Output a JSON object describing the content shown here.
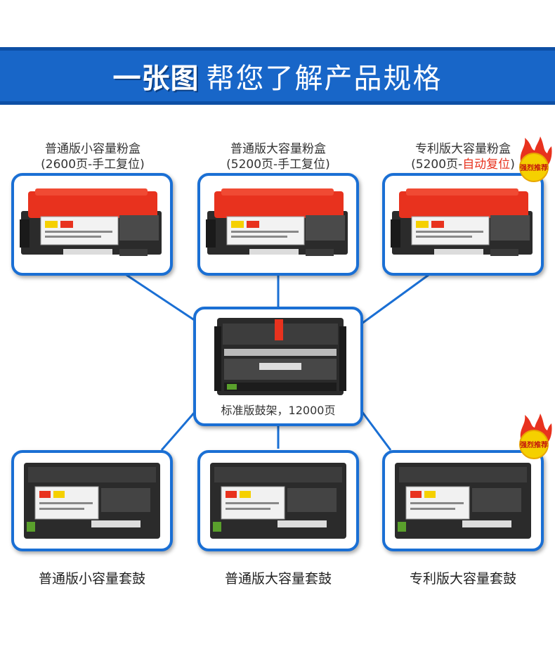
{
  "banner": {
    "strong": "一张图",
    "light": "帮您了解产品规格"
  },
  "toners": [
    {
      "line1": "普通版小容量粉盒",
      "line2_prefix": "(2600页-手工复位)",
      "line2_highlight": "",
      "line2_suffix": ""
    },
    {
      "line1": "普通版大容量粉盒",
      "line2_prefix": "(5200页-手工复位)",
      "line2_highlight": "",
      "line2_suffix": ""
    },
    {
      "line1": "专利版大容量粉盒",
      "line2_prefix": "(5200页-",
      "line2_highlight": "自动复位",
      "line2_suffix": ")"
    }
  ],
  "drum": {
    "caption": "标准版鼓架，12000页"
  },
  "sets": [
    {
      "label": "普通版小容量套鼓"
    },
    {
      "label": "普通版大容量套鼓"
    },
    {
      "label": "专利版大容量套鼓"
    }
  ],
  "badge_text": "强烈推荐",
  "colors": {
    "banner": "#1866c8",
    "border": "#1a6fd4",
    "highlight": "#e8321e",
    "cartridge_top": "#e8321e"
  }
}
